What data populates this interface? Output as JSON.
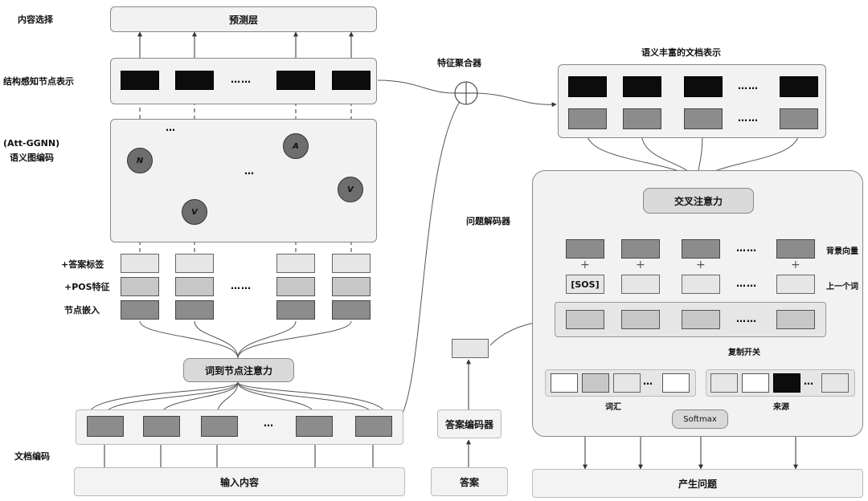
{
  "left_labels": {
    "content_select": "内容选择",
    "struct_aware": "结构感知节点表示",
    "att_ggnn": "(Att-GGNN)",
    "semantic_graph": "语义图编码",
    "answer_tag": "+答案标签",
    "pos_feature": "+POS特征",
    "node_embed": "节点嵌入",
    "doc_encode": "文档编码"
  },
  "boxes": {
    "prediction_layer": "预测层",
    "word_to_node_attention": "词到节点注意力",
    "input_content": "输入内容",
    "answer": "答案",
    "answer_encoder": "答案编码器",
    "cross_attention": "交叉注意力",
    "generate_question": "产生问题",
    "softmax": "Softmax",
    "sos": "[SOS]"
  },
  "graph_nodes": [
    "N",
    "A",
    "V",
    "V"
  ],
  "right_labels": {
    "feature_aggregator": "特征聚合器",
    "rich_doc_repr": "语义丰富的文档表示",
    "question_decoder": "问题解码器",
    "context_vector": "背景向量",
    "prev_word": "上一个词",
    "copy_switch": "复制开关",
    "vocab": "词汇",
    "source": "来源"
  },
  "ellipsis": "……",
  "small_ellipsis": "…",
  "plus_sign": "+"
}
